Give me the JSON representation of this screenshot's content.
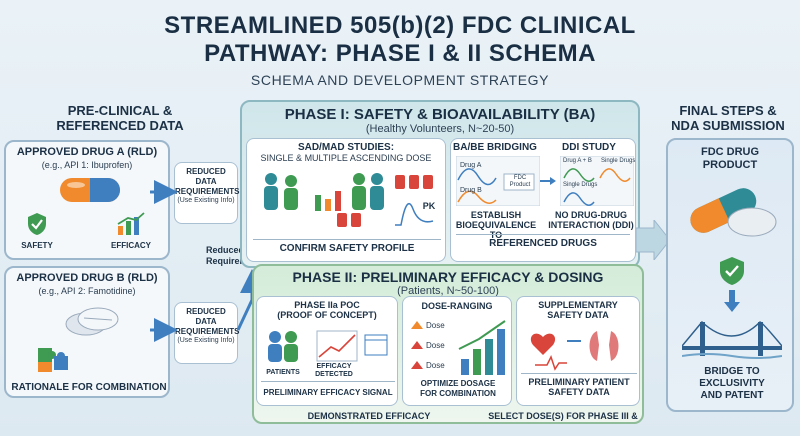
{
  "title": {
    "line1": "STREAMLINED 505(b)(2) FDC CLINICAL",
    "line2": "PATHWAY: PHASE I & II SCHEMA",
    "subtitle": "SCHEMA AND DEVELOPMENT STRATEGY"
  },
  "left": {
    "header_line1": "PRE-CLINICAL &",
    "header_line2": "REFERENCED DATA",
    "drug_a": {
      "title": "APPROVED DRUG A (RLD)",
      "example": "(e.g., API 1: Ibuprofen)",
      "safety": "SAFETY",
      "efficacy": "EFFICACY"
    },
    "drug_b": {
      "title": "APPROVED DRUG B (RLD)",
      "example": "(e.g., API 2: Famotidine)"
    },
    "rationale": "RATIONALE FOR COMBINATION",
    "reduced_box": {
      "line1": "REDUCED",
      "line2": "DATA",
      "line3": "REQUIREMENTS",
      "line4": "(Use Existing Info)"
    },
    "reduced_note": {
      "line1": "Reduced Data",
      "line2": "Requirements"
    }
  },
  "phase1": {
    "title": "PHASE I: SAFETY & BIOAVAILABILITY (BA)",
    "subtitle": "(Healthy Volunteers, N~20-50)",
    "sad": {
      "title": "SAD/MAD STUDIES:",
      "subtitle": "SINGLE & MULTIPLE ASCENDING DOSE",
      "pk": "PK",
      "footer": "CONFIRM SAFETY PROFILE"
    },
    "babe": {
      "title": "BA/BE BRIDGING",
      "drug_a": "Drug A",
      "drug_b": "Drug B",
      "fdc": "FDC Product",
      "footer1": "ESTABLISH",
      "footer2": "BIOEQUIVALENCE TO"
    },
    "ddi": {
      "title": "DDI STUDY",
      "ab": "Drug A + B",
      "single1": "Single Drugs",
      "single2": "Single Drugs",
      "footer1": "NO DRUG-DRUG",
      "footer2": "INTERACTION (DDI)"
    },
    "referenced": "REFERENCED DRUGS"
  },
  "phase2": {
    "title": "PHASE II: PRELIMINARY EFFICACY & DOSING",
    "subtitle": "(Patients, N~50-100)",
    "poc": {
      "title1": "PHASE IIa POC",
      "title2": "(PROOF OF CONCEPT)",
      "patients": "PATIENTS",
      "efficacy1": "EFFICACY",
      "efficacy2": "DETECTED",
      "footer": "PRELIMINARY EFFICACY SIGNAL"
    },
    "dose": {
      "title": "DOSE-RANGING",
      "d1": "Dose",
      "d2": "Dose",
      "d3": "Dose",
      "footer1": "OPTIMIZE DOSAGE",
      "footer2": "FOR COMBINATION"
    },
    "supp": {
      "title1": "SUPPLEMENTARY",
      "title2": "SAFETY DATA",
      "footer1": "PRELIMINARY PATIENT",
      "footer2": "SAFETY DATA"
    },
    "bottom_left": "DEMONSTRATED EFFICACY",
    "bottom_right": "SELECT DOSE(S) FOR PHASE III &"
  },
  "right": {
    "header_line1": "FINAL STEPS &",
    "header_line2": "NDA SUBMISSION",
    "product_line1": "FDC DRUG",
    "product_line2": "PRODUCT",
    "bridge_line1": "BRIDGE TO",
    "bridge_line2": "EXCLUSIVITY",
    "bridge_line3": "AND PATENT"
  },
  "colors": {
    "blue": "#3f7fc0",
    "orange": "#f08a2c",
    "green": "#3f9a52",
    "teal": "#2f8c96",
    "red": "#d9453a"
  }
}
